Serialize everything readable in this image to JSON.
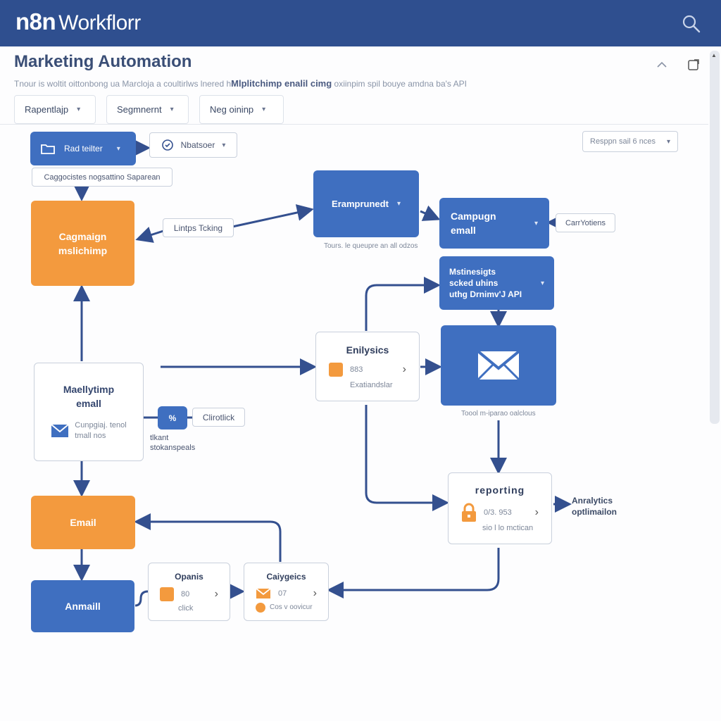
{
  "app": {
    "brand": "n8n",
    "title": "Workflorr"
  },
  "header": {
    "page_title": "Marketing Automation",
    "description_prefix": "Tnour is woltit oittonbong ua Marcloja a coultirlws lnered h",
    "description_bold": "Mlplitchimp enalil cimg",
    "description_suffix": " oxiinpim spil bouye amdna ba's API"
  },
  "filters": [
    {
      "label": "Rapentlajp"
    },
    {
      "label": "Segmnernt"
    },
    {
      "label": "Neg oininp"
    }
  ],
  "right_dropdown": {
    "label": "Resppn sail 6 nces"
  },
  "nodes": {
    "trigger": {
      "label": "Rad teilter"
    },
    "monitor": {
      "label": "Nbatsoer"
    },
    "category_label": "Caggocistes nogsattino Saparean",
    "campaign_mailchimp": {
      "line1": "Cagmaign",
      "line2": "mslichimp"
    },
    "links_tracking": "Lintps Tcking",
    "segment": {
      "label": "Eramprunedt",
      "caption": "Tours. le queupre an all odzos"
    },
    "campaign_email": {
      "line1": "Campugn",
      "line2": "emall"
    },
    "conversions": "CarrYotiens",
    "api_node": {
      "line1": "Mstinesigts",
      "line2": "scked uhins",
      "line3": "uthg Drnimv'J API"
    },
    "analytics": {
      "title": "Enilysics",
      "value": "883",
      "sub": "Exatiandslar"
    },
    "email_send": {
      "caption": "Toool m-iparao oalclous"
    },
    "mailchimp_email": {
      "line1": "Maellytimp",
      "line2": "emall",
      "sub1": "Cunpgiaj. tenol",
      "sub2": "tmall nos"
    },
    "click_node": {
      "icon_text": "%",
      "label": "Clirotlick",
      "caption1": "tlkant",
      "caption2": "stokanspeals"
    },
    "reporting": {
      "title": "reporting",
      "value": "0/3. 953",
      "sub": "sio l lo mctican"
    },
    "analytics_opt": {
      "line1": "Anralytics",
      "line2": "optlimailon"
    },
    "email_orange": {
      "label": "Email"
    },
    "anmail": {
      "label": "Anmaill"
    },
    "opens": {
      "title": "Opanis",
      "value": "80",
      "sub": "click"
    },
    "categories": {
      "title": "Caiygeics",
      "value": "07",
      "sub": "Cos v oovicur"
    }
  },
  "colors": {
    "primary": "#3f6fc0",
    "header": "#2f4f8f",
    "accent": "#f39a3e",
    "edge": "#34508f"
  }
}
